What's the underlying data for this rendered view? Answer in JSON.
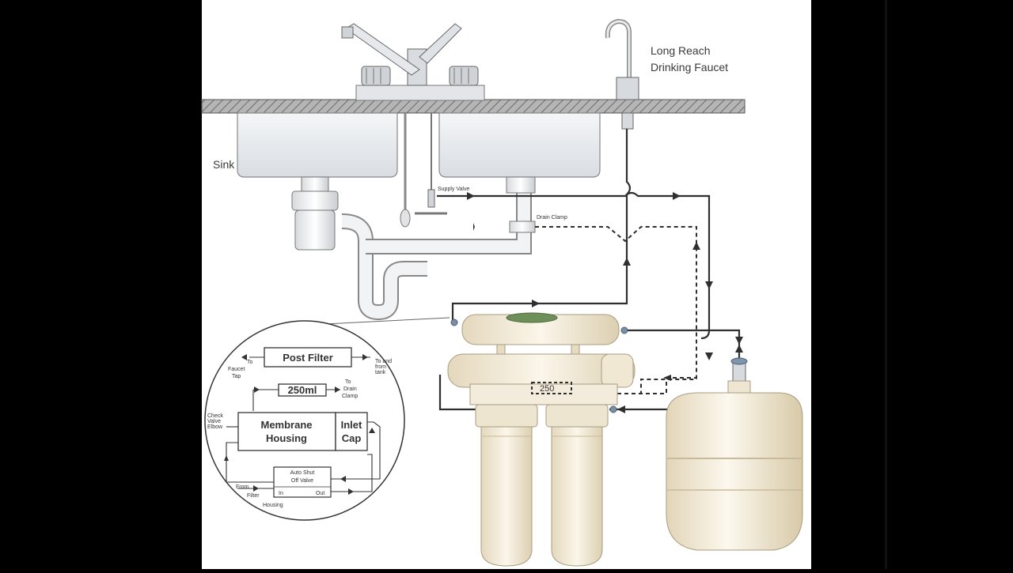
{
  "labels": {
    "faucet_line1": "Long Reach",
    "faucet_line2": "Drinking Faucet",
    "sink": "Sink",
    "drain_clamp_tag": "Drain Clamp",
    "supply_tag": "Supply Valve",
    "tank_display": "250"
  },
  "inset": {
    "post_filter": "Post Filter",
    "to_faucet_1": "To",
    "to_faucet_2": "Faucet",
    "to_faucet_3": "Tap",
    "to_tank_1": "To and",
    "to_tank_2": "from",
    "to_tank_3": "tank",
    "flow_restrictor": "250ml",
    "to_drain_1": "To",
    "to_drain_2": "Drain",
    "to_drain_3": "Clamp",
    "membrane_1": "Membrane",
    "membrane_2": "Housing",
    "inlet_1": "Inlet",
    "inlet_2": "Cap",
    "check_valve_1": "Check",
    "check_valve_2": "Valve",
    "check_valve_3": "Elbow",
    "auto_shut_1": "Auto Shut",
    "auto_shut_2": "Off Valve",
    "in_label": "In",
    "out_label": "Out",
    "from_filter_1": "From",
    "from_filter_2": "Filter",
    "from_filter_3": "Housing"
  },
  "colors": {
    "background": "#000000",
    "paper": "#ffffff",
    "countertop": "#a8a8a8",
    "sink_fill": "#e9ecef",
    "housing_fill": "#efe6d2",
    "line": "#333333"
  }
}
